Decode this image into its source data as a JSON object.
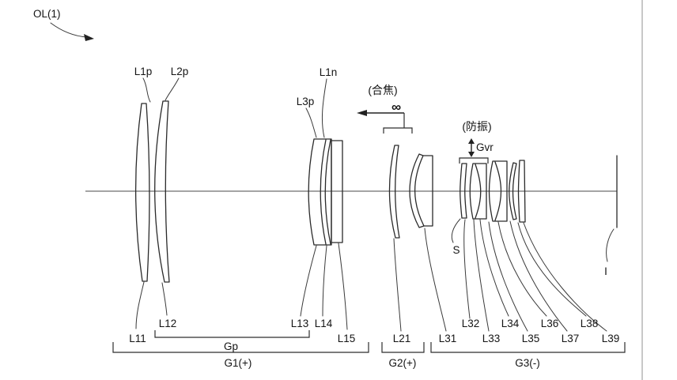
{
  "figure": {
    "system_label": "OL(1)",
    "upper_labels": {
      "l1p": "L1p",
      "l2p": "L2p",
      "l3p": "L3p",
      "l1n": "L1n"
    },
    "focusing": {
      "caption": "(合焦)",
      "infinity_symbol": "∞"
    },
    "vibration_reduction": {
      "caption": "(防振)",
      "label": "Gvr"
    },
    "aperture_stop_label": "S",
    "image_plane_label": "I",
    "lens_labels": {
      "l11": "L11",
      "l12": "L12",
      "l13": "L13",
      "l14": "L14",
      "l15": "L15",
      "l21": "L21",
      "l31": "L31",
      "l32": "L32",
      "l33": "L33",
      "l34": "L34",
      "l35": "L35",
      "l36": "L36",
      "l37": "L37",
      "l38": "L38",
      "l39": "L39"
    },
    "group_labels": {
      "gp": "Gp",
      "g1": "G1(+)",
      "g2": "G2(+)",
      "g3": "G3(-)"
    },
    "colors": {
      "line": "#2a2a2a",
      "text": "#141414",
      "background": "#ffffff",
      "page_edge": "#b5b5b5"
    }
  }
}
